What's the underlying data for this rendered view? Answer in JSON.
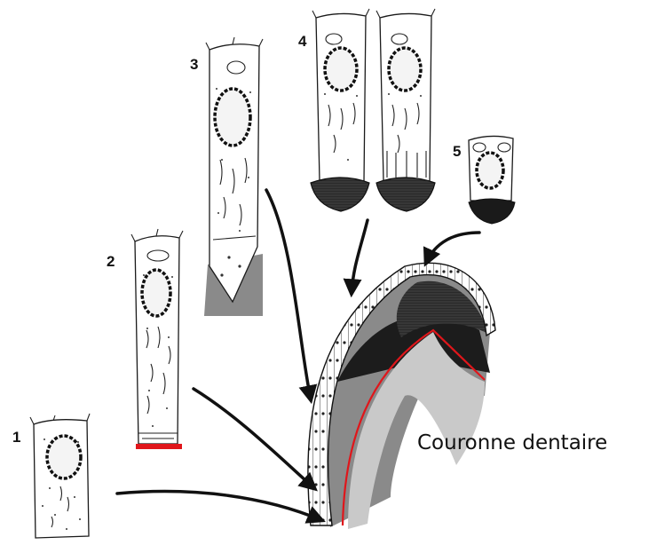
{
  "stages": [
    {
      "number": "1"
    },
    {
      "number": "2"
    },
    {
      "number": "3"
    },
    {
      "number": "4"
    },
    {
      "number": "5"
    }
  ],
  "crown_label": "Couronne dentaire",
  "colors": {
    "secretion_front": "#e0161b",
    "dentin_gray": "#8a8a8a",
    "light_gray": "#c9c9c9",
    "enamel_dark": "#1a1a1a",
    "outline": "#111111"
  }
}
